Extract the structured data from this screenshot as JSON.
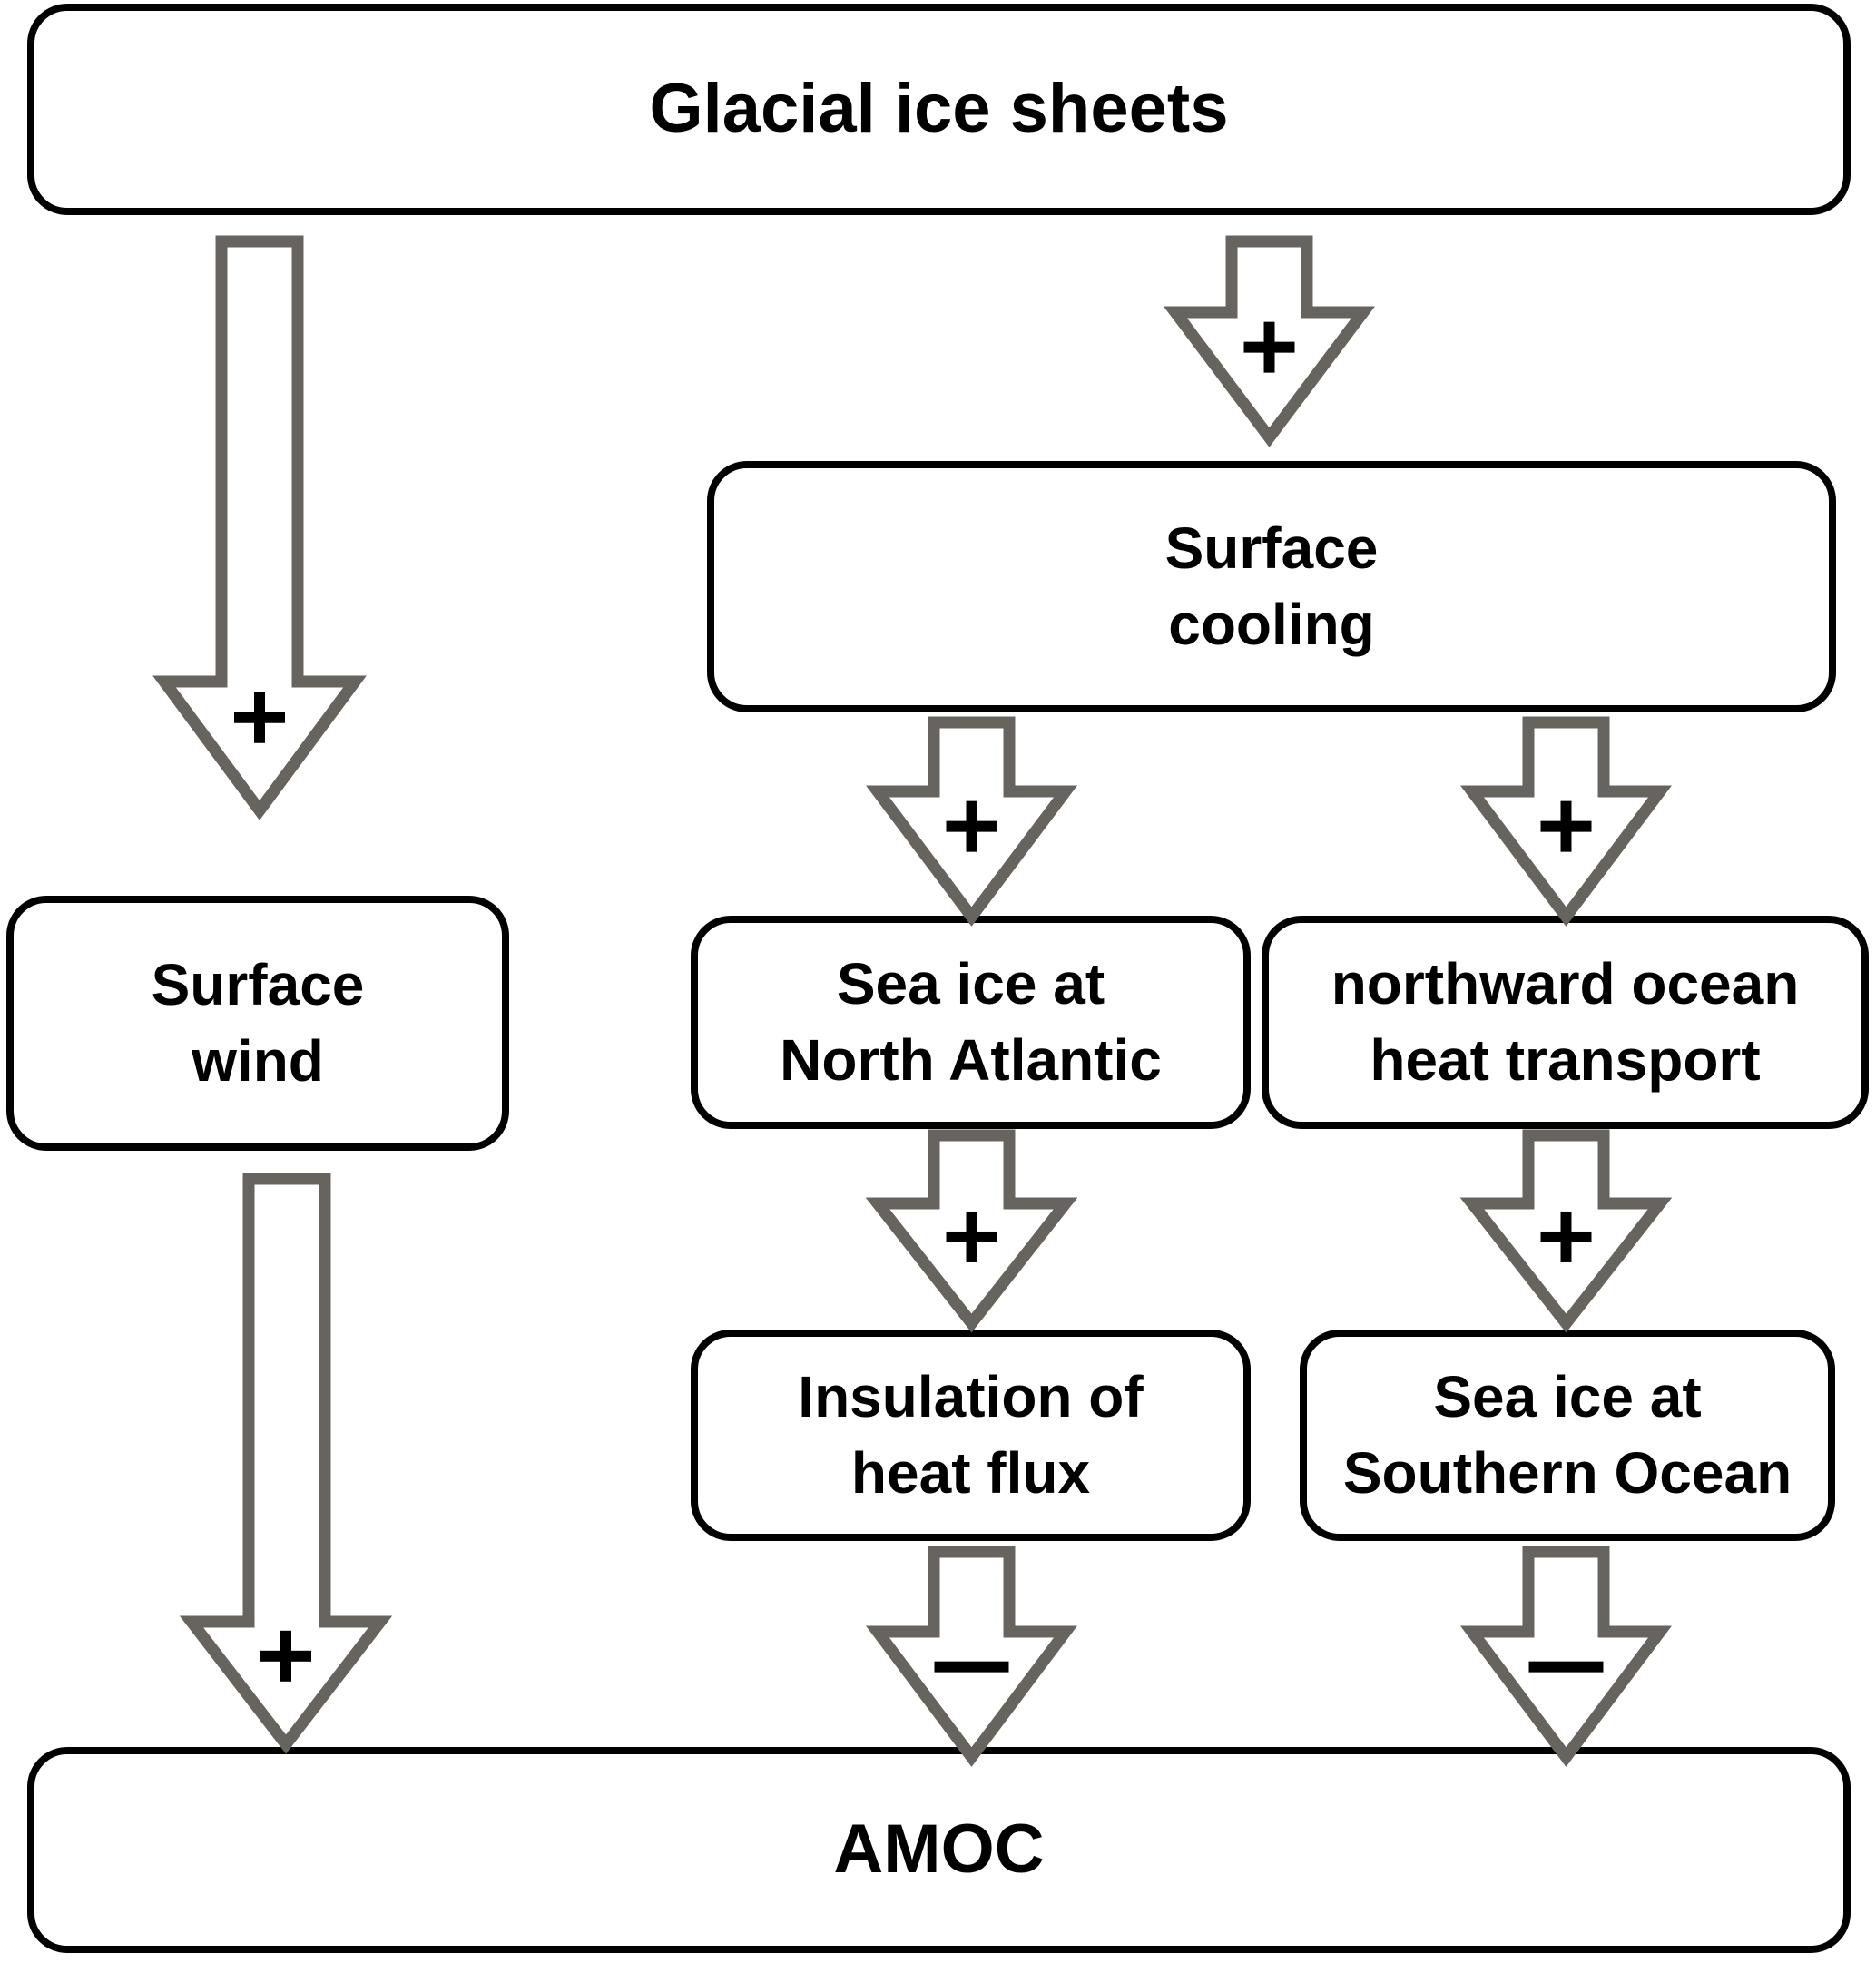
{
  "diagram": {
    "nodes": {
      "glacial": "Glacial ice sheets",
      "surface_cooling": "Surface\ncooling",
      "surface_wind": "Surface\nwind",
      "sea_ice_na": "Sea ice at\nNorth Atlantic",
      "northward_oht": "northward ocean\nheat transport",
      "insulation": "Insulation of\nheat flux",
      "sea_ice_so": "Sea ice at\nSouthern Ocean",
      "amoc": "AMOC"
    },
    "edges": [
      {
        "from": "Glacial ice sheets",
        "to": "Surface wind",
        "sign": "+"
      },
      {
        "from": "Glacial ice sheets",
        "to": "Surface cooling",
        "sign": "+"
      },
      {
        "from": "Surface cooling",
        "to": "Sea ice at North Atlantic",
        "sign": "+"
      },
      {
        "from": "Surface cooling",
        "to": "northward ocean heat transport",
        "sign": "+"
      },
      {
        "from": "Sea ice at North Atlantic",
        "to": "Insulation of heat flux",
        "sign": "+"
      },
      {
        "from": "northward ocean heat transport",
        "to": "Sea ice at Southern Ocean",
        "sign": "+"
      },
      {
        "from": "Surface wind",
        "to": "AMOC",
        "sign": "+"
      },
      {
        "from": "Insulation of heat flux",
        "to": "AMOC",
        "sign": "−"
      },
      {
        "from": "Sea ice at Southern Ocean",
        "to": "AMOC",
        "sign": "−"
      }
    ],
    "colors": {
      "arrow": "#67645f",
      "box_border": "#000000",
      "sign": "#000000"
    }
  }
}
